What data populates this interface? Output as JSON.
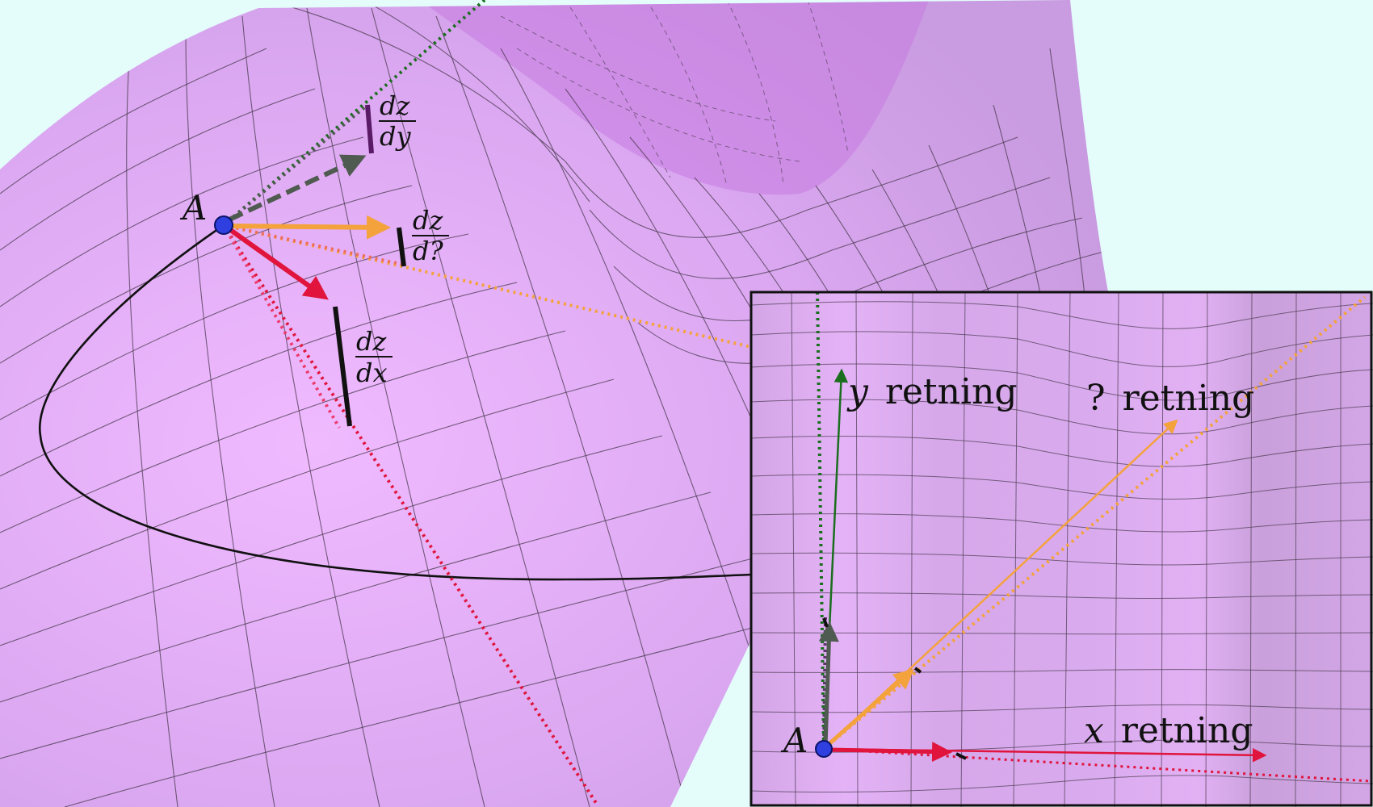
{
  "main": {
    "point_label": "A",
    "frac_dy": {
      "num": "dz",
      "den": "dy"
    },
    "frac_dq": {
      "num": "dz",
      "den": "d?"
    },
    "frac_dx": {
      "num": "dz",
      "den": "dx"
    }
  },
  "inset": {
    "point_label": "A",
    "y_dir": {
      "var": "y",
      "word": "retning"
    },
    "q_dir": {
      "var": "?",
      "word": "retning"
    },
    "x_dir": {
      "var": "x",
      "word": "retning"
    }
  },
  "colors": {
    "background": "#e4fdfb",
    "surface": "#e2aaf6",
    "grid": "#4a3a4f",
    "point": "#2f3fe0",
    "red_vector": "#e0143c",
    "orange_vector": "#f4a23c",
    "green_vector": "#1a6e1e",
    "gray_vector": "#4f5a50",
    "dz_dy_segment": "#5a1a66"
  }
}
